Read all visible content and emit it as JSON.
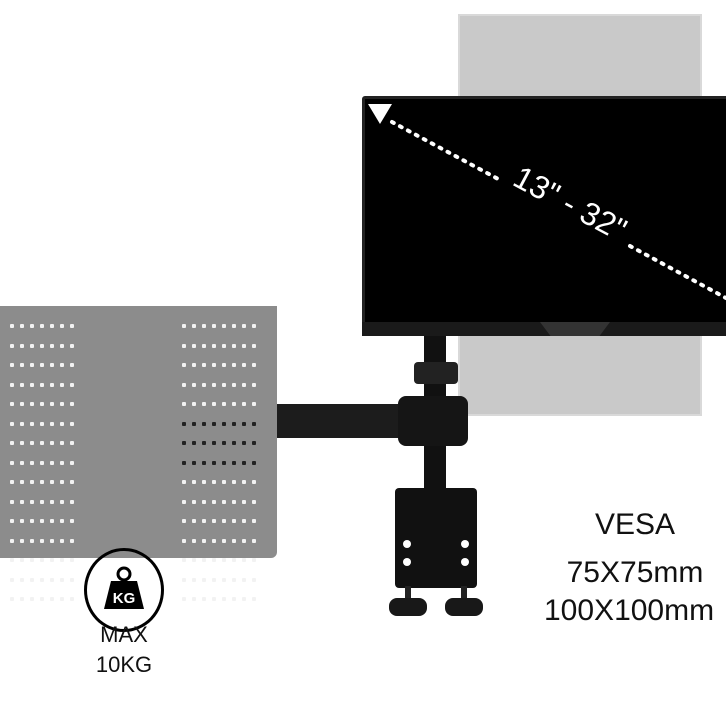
{
  "monitor": {
    "size_range": "13\" - 32\""
  },
  "weight": {
    "icon": "weight-kg-icon",
    "icon_text": "KG",
    "max_label": "MAX",
    "max_value": "10KG"
  },
  "vesa": {
    "title": "VESA",
    "size1": "75X75mm",
    "size2": "100X100mm"
  },
  "colors": {
    "tray": "#8c8c8c",
    "monitor": "#000000",
    "ghost_monitor": "#c9c9c9",
    "arm": "#1c1c1c"
  }
}
